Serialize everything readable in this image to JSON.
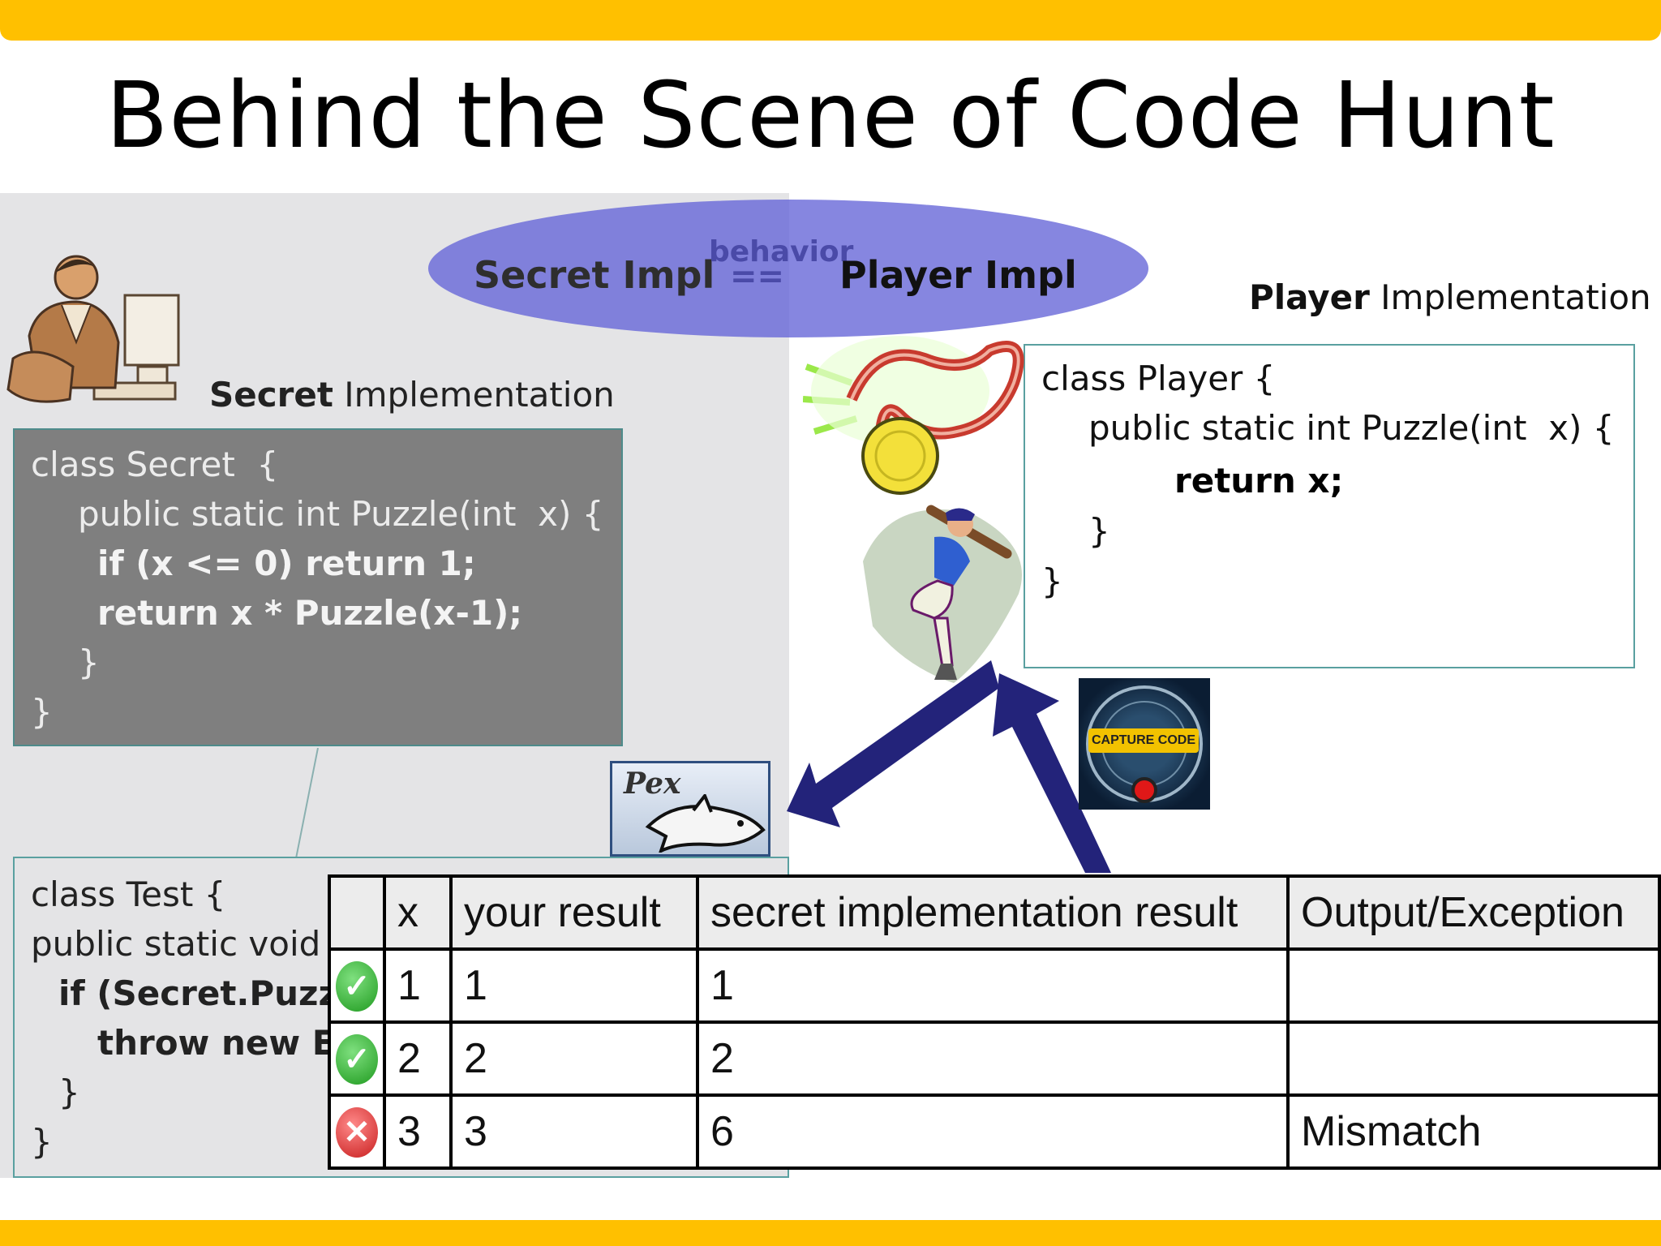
{
  "slide": {
    "title": "Behind the Scene of Code Hunt"
  },
  "oval": {
    "left_label": "Secret Impl",
    "relation_top": "behavior",
    "relation_bottom": "==",
    "right_label": "Player Impl"
  },
  "secret_caption": {
    "bold": "Secret",
    "rest": " Implementation"
  },
  "player_caption": {
    "bold": "Player",
    "rest": " Implementation"
  },
  "secret_code": {
    "line1": "class Secret  {",
    "line2": "public static int Puzzle(int  x) {",
    "line3": "if (x <= 0) return 1;",
    "line4": "return x * Puzzle(x-1);",
    "line5": "}",
    "line6": "}"
  },
  "player_code": {
    "line1": "class Player {",
    "line2": "public static int Puzzle(int  x) {",
    "line3": "return x;",
    "line4": "}",
    "line5": "}"
  },
  "test_code": {
    "line1": "class Test {",
    "line2": "public static void",
    "line3": "if (Secret.Puzzle",
    "line4": "throw new Ex",
    "line5": "}",
    "line6": "}"
  },
  "pex_logo": {
    "label": "Pex"
  },
  "capture_logo": {
    "label": "CAPTURE CODE"
  },
  "results_table": {
    "headers": [
      "",
      "x",
      "your result",
      "secret implementation result",
      "Output/Exception"
    ],
    "rows": [
      {
        "status": "pass",
        "x": "1",
        "your": "1",
        "secret": "1",
        "output": ""
      },
      {
        "status": "pass",
        "x": "2",
        "your": "2",
        "secret": "2",
        "output": ""
      },
      {
        "status": "fail",
        "x": "3",
        "your": "3",
        "secret": "6",
        "output": "Mismatch"
      }
    ],
    "status_glyphs": {
      "pass": "✓",
      "fail": "✕"
    }
  },
  "colors": {
    "accent_bar": "#ffc000",
    "oval": "#6464d7",
    "arrow": "#23237a",
    "secret_box": "#7f7f7f",
    "left_panel": "#e4e4e6"
  }
}
